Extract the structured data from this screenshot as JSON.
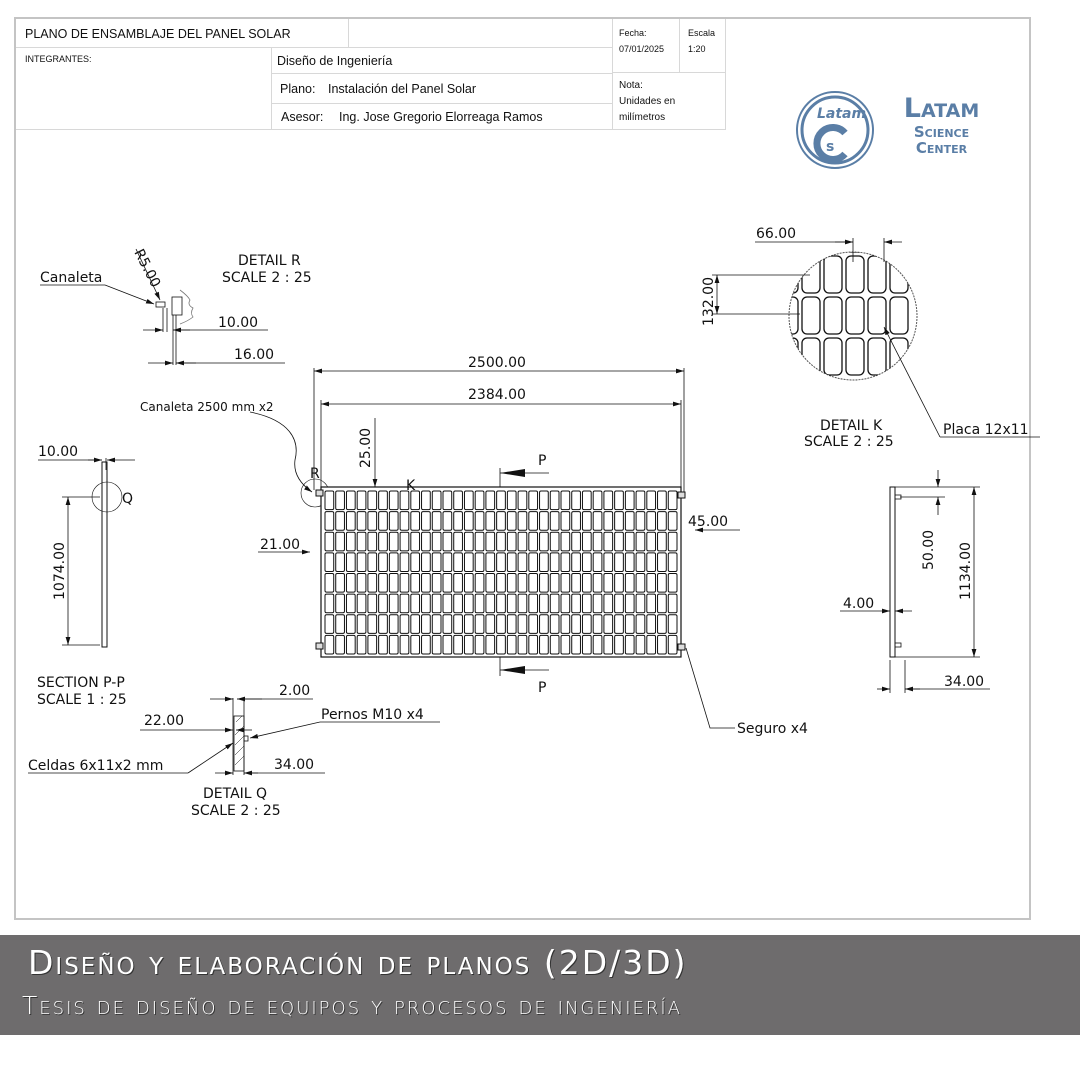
{
  "title_block": {
    "title": "PLANO DE ENSAMBLAJE DEL PANEL SOLAR",
    "integrantes_label": "INTEGRANTES:",
    "department": "Diseño de Ingeniería",
    "plano_label": "Plano:",
    "plano_value": "Instalación del Panel Solar",
    "asesor_label": "Asesor:",
    "asesor_value": "Ing. Jose Gregorio Elorreaga Ramos",
    "fecha_label": "Fecha:",
    "fecha_value": "07/01/2025",
    "escala_label": "Escala",
    "escala_value": "1:20",
    "nota_label": "Nota:",
    "nota_line1": "Unidades en",
    "nota_line2": "milímetros"
  },
  "logo": {
    "circle_text": "Latam",
    "line1": "Latam",
    "line2": "Science",
    "line3": "Center",
    "color": "#5a7ea6"
  },
  "drawing": {
    "detail_r": {
      "title": "DETAIL R",
      "scale": "SCALE 2 : 25",
      "label": "Canaleta",
      "radius": "R5.00",
      "dim1": "10.00",
      "dim2": "16.00"
    },
    "detail_k": {
      "title": "DETAIL K",
      "scale": "SCALE 2 : 25",
      "width": "66.00",
      "height": "132.00",
      "label": "Placa 12x11"
    },
    "main": {
      "width_total": "2500.00",
      "width_inner": "2384.00",
      "canaleta_label": "Canaleta 2500 mm x2",
      "dim_top": "25.00",
      "dim_left": "21.00",
      "dim_right": "45.00",
      "marker_r": "R",
      "marker_k": "K",
      "section_p": "P",
      "seguro_label": "Seguro x4"
    },
    "section_pp": {
      "title": "SECTION P-P",
      "scale": "SCALE 1 : 25",
      "dim_top": "10.00",
      "height": "1074.00",
      "marker_q": "Q"
    },
    "detail_q": {
      "title": "DETAIL Q",
      "scale": "SCALE 2 : 25",
      "dim1": "2.00",
      "dim2": "22.00",
      "dim3": "34.00",
      "pernos_label": "Pernos M10 x4",
      "celdas_label": "Celdas 6x11x2 mm"
    },
    "side_view": {
      "height": "1134.00",
      "dim_bolt": "50.00",
      "dim_left": "4.00",
      "dim_bottom": "34.00"
    }
  },
  "banner": {
    "title": "Diseño y elaboración de planos (2D/3D)",
    "subtitle": "Tesis de diseño de equipos y procesos de ingeniería"
  }
}
